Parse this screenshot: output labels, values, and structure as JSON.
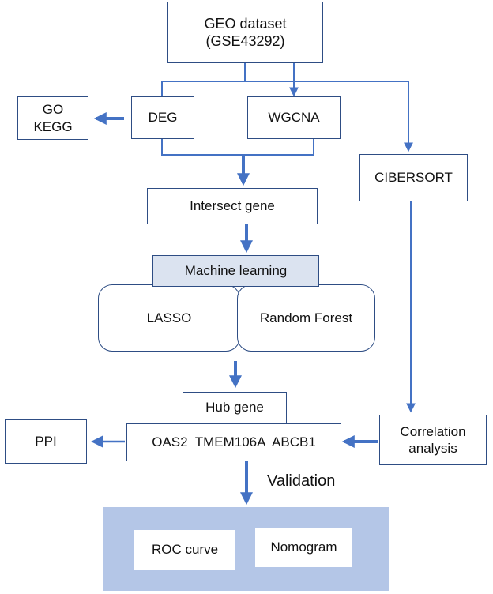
{
  "nodes": {
    "geo": {
      "line1": "GEO dataset",
      "line2": "(GSE43292)"
    },
    "go_kegg": {
      "line1": "GO",
      "line2": "KEGG"
    },
    "deg": "DEG",
    "wgcna": "WGCNA",
    "cibersort": "CIBERSORT",
    "intersect": "Intersect gene",
    "ml": "Machine learning",
    "lasso": "LASSO",
    "rf": "Random Forest",
    "hub": "Hub gene",
    "genes": "OAS2  TMEM106A  ABCB1",
    "ppi": "PPI",
    "correlation": {
      "line1": "Correlation",
      "line2": "analysis"
    },
    "validation": "Validation",
    "roc": "ROC curve",
    "nomogram": "Nomogram"
  },
  "colors": {
    "line": "#4472c4",
    "border": "#2e4d84",
    "panel": "#b4c6e7",
    "shade": "#dbe3f0"
  }
}
